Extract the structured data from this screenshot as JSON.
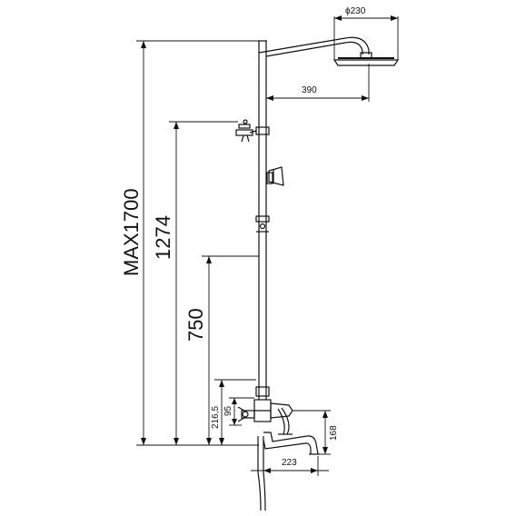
{
  "dimensions": {
    "head_diameter": "ϕ230",
    "arm_reach": "390",
    "max_height": "MAX1700",
    "height_1274": "1274",
    "height_750": "750",
    "height_216": "216,5",
    "height_95": "95",
    "spout_height": "168",
    "spout_reach": "223"
  }
}
